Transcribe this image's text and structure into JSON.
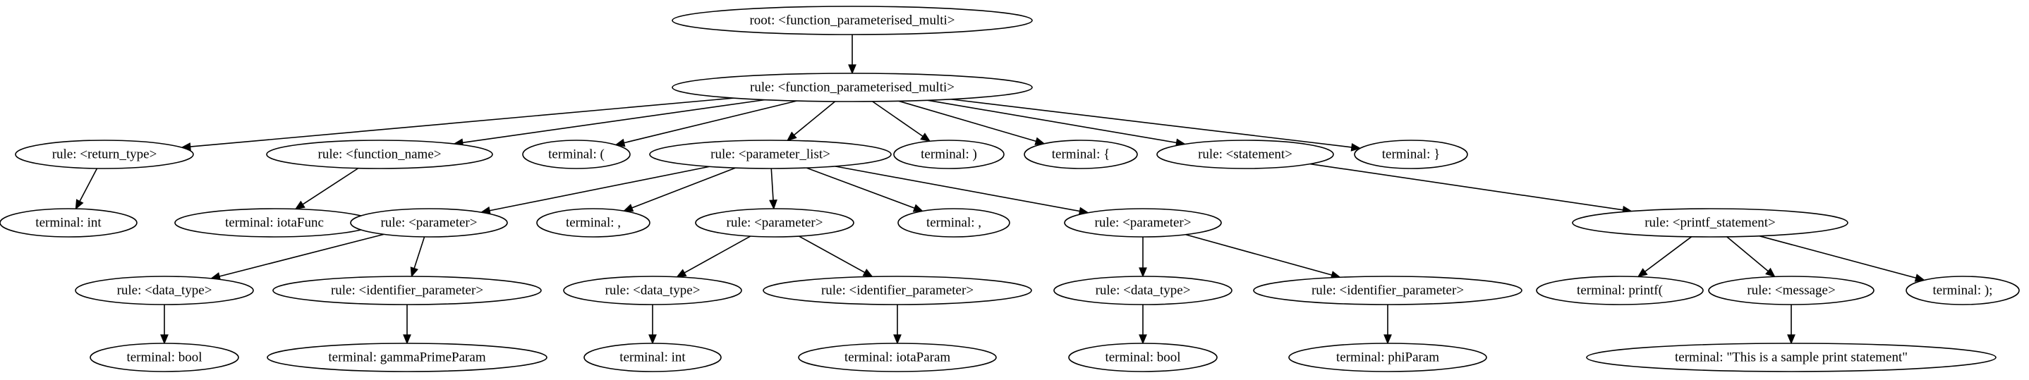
{
  "tree": {
    "nodes": [
      {
        "id": "root",
        "label": "root: <function_parameterised_multi>"
      },
      {
        "id": "fpm",
        "label": "rule: <function_parameterised_multi>"
      },
      {
        "id": "return_type",
        "label": "rule: <return_type>"
      },
      {
        "id": "function_name",
        "label": "rule: <function_name>"
      },
      {
        "id": "t_lparen",
        "label": "terminal: ("
      },
      {
        "id": "parameter_list",
        "label": "rule: <parameter_list>"
      },
      {
        "id": "t_rparen",
        "label": "terminal: )"
      },
      {
        "id": "t_lbrace",
        "label": "terminal: {"
      },
      {
        "id": "statement",
        "label": "rule: <statement>"
      },
      {
        "id": "t_rbrace",
        "label": "terminal: }"
      },
      {
        "id": "t_int_1",
        "label": "terminal: int"
      },
      {
        "id": "t_iotafunc",
        "label": "terminal: iotaFunc"
      },
      {
        "id": "param_1",
        "label": "rule: <parameter>"
      },
      {
        "id": "t_comma_1",
        "label": "terminal: ,"
      },
      {
        "id": "param_2",
        "label": "rule: <parameter>"
      },
      {
        "id": "t_comma_2",
        "label": "terminal: ,"
      },
      {
        "id": "param_3",
        "label": "rule: <parameter>"
      },
      {
        "id": "printf_statement",
        "label": "rule: <printf_statement>"
      },
      {
        "id": "data_type_1",
        "label": "rule: <data_type>"
      },
      {
        "id": "ident_param_1",
        "label": "rule: <identifier_parameter>"
      },
      {
        "id": "data_type_2",
        "label": "rule: <data_type>"
      },
      {
        "id": "ident_param_2",
        "label": "rule: <identifier_parameter>"
      },
      {
        "id": "data_type_3",
        "label": "rule: <data_type>"
      },
      {
        "id": "ident_param_3",
        "label": "rule: <identifier_parameter>"
      },
      {
        "id": "t_printf",
        "label": "terminal: printf("
      },
      {
        "id": "message",
        "label": "rule: <message>"
      },
      {
        "id": "t_semicolon",
        "label": "terminal: );"
      },
      {
        "id": "t_bool_1",
        "label": "terminal: bool"
      },
      {
        "id": "t_gamma",
        "label": "terminal: gammaPrimeParam"
      },
      {
        "id": "t_int_2",
        "label": "terminal: int"
      },
      {
        "id": "t_iotaparam",
        "label": "terminal: iotaParam"
      },
      {
        "id": "t_bool_2",
        "label": "terminal: bool"
      },
      {
        "id": "t_phi",
        "label": "terminal: phiParam"
      },
      {
        "id": "t_string",
        "label": "terminal: \"This is a sample print statement\""
      }
    ],
    "edges": [
      [
        "root",
        "fpm"
      ],
      [
        "fpm",
        "return_type"
      ],
      [
        "fpm",
        "function_name"
      ],
      [
        "fpm",
        "t_lparen"
      ],
      [
        "fpm",
        "parameter_list"
      ],
      [
        "fpm",
        "t_rparen"
      ],
      [
        "fpm",
        "t_lbrace"
      ],
      [
        "fpm",
        "statement"
      ],
      [
        "fpm",
        "t_rbrace"
      ],
      [
        "return_type",
        "t_int_1"
      ],
      [
        "function_name",
        "t_iotafunc"
      ],
      [
        "parameter_list",
        "param_1"
      ],
      [
        "parameter_list",
        "t_comma_1"
      ],
      [
        "parameter_list",
        "param_2"
      ],
      [
        "parameter_list",
        "t_comma_2"
      ],
      [
        "parameter_list",
        "param_3"
      ],
      [
        "statement",
        "printf_statement"
      ],
      [
        "param_1",
        "data_type_1"
      ],
      [
        "param_1",
        "ident_param_1"
      ],
      [
        "param_2",
        "data_type_2"
      ],
      [
        "param_2",
        "ident_param_2"
      ],
      [
        "param_3",
        "data_type_3"
      ],
      [
        "param_3",
        "ident_param_3"
      ],
      [
        "printf_statement",
        "t_printf"
      ],
      [
        "printf_statement",
        "message"
      ],
      [
        "printf_statement",
        "t_semicolon"
      ],
      [
        "data_type_1",
        "t_bool_1"
      ],
      [
        "ident_param_1",
        "t_gamma"
      ],
      [
        "data_type_2",
        "t_int_2"
      ],
      [
        "ident_param_2",
        "t_iotaparam"
      ],
      [
        "data_type_3",
        "t_bool_2"
      ],
      [
        "ident_param_3",
        "t_phi"
      ],
      [
        "message",
        "t_string"
      ]
    ]
  }
}
